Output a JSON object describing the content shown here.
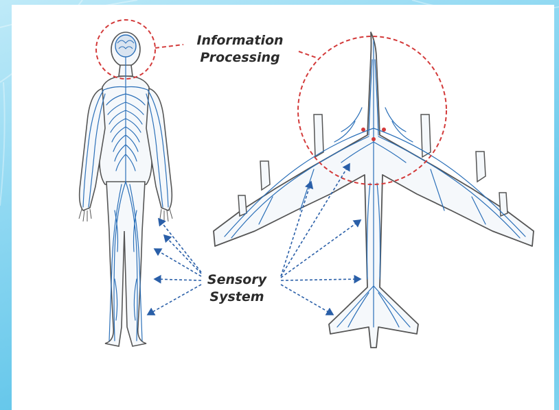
{
  "diagram": {
    "labels": {
      "information_processing": [
        "Information",
        "Processing"
      ],
      "sensory_system": [
        "Sensory",
        "System"
      ]
    },
    "colors": {
      "background": "#7fd2ef",
      "panel": "#ffffff",
      "nerve": "#2a6fb8",
      "circle": "#d33a3a",
      "outline": "#444444",
      "arrow": "#2a5fa8"
    }
  }
}
